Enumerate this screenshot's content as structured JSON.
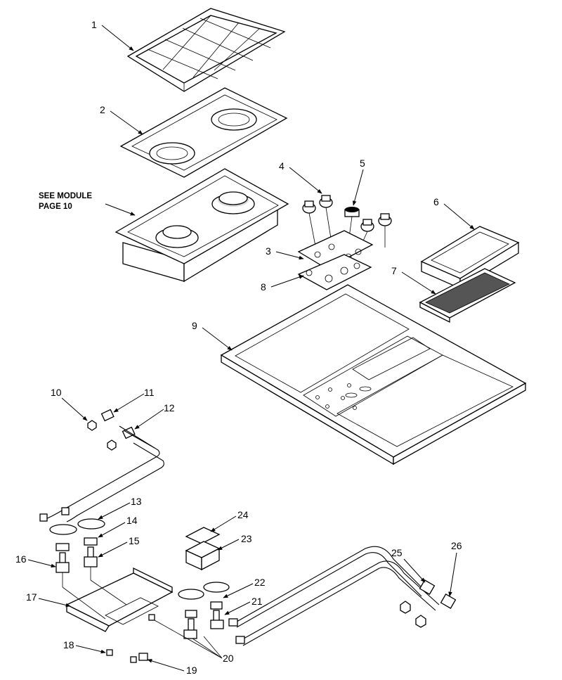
{
  "callouts": [
    "1",
    "2",
    "3",
    "4",
    "5",
    "6",
    "7",
    "8",
    "9",
    "10",
    "11",
    "12",
    "13",
    "14",
    "15",
    "16",
    "17",
    "18",
    "19",
    "20",
    "21",
    "22",
    "23",
    "24",
    "25",
    "26"
  ],
  "note": {
    "line1": "SEE MODULE",
    "line2": "PAGE 10"
  },
  "colors": {
    "ink": "#000000",
    "paper": "#ffffff"
  }
}
